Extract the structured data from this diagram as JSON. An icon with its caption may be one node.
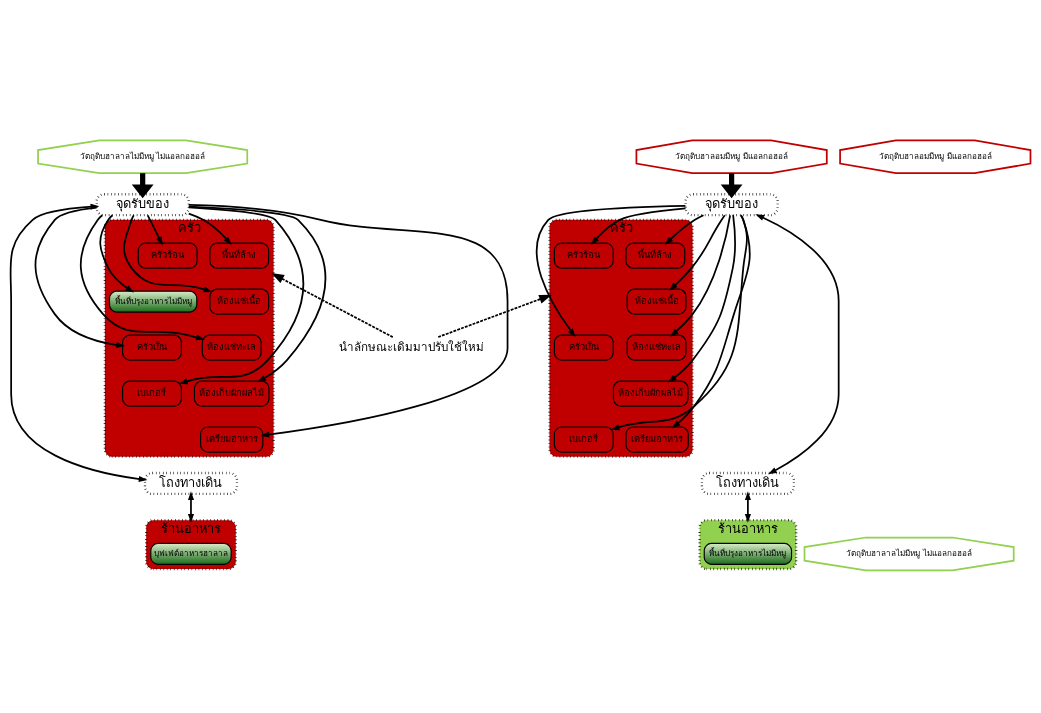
{
  "diagram": {
    "nodes": [
      {
        "text": [
          "วัตถุดิบฮาลาลไม่มีหมู ไม่แอลกอฮอล์"
        ]
      },
      {
        "text": [
          "วัตถุดิบฮาลอมมีหมู มีแอลกอฮอล์"
        ]
      },
      {
        "text": [
          "จุดรับของ"
        ]
      },
      {
        "text": [
          "ครัว"
        ]
      },
      {
        "text": [
          "พื้นที่ล้าง"
        ],
        "in": 3
      },
      {
        "text": [
          "ห้องแช่เนื้อ"
        ],
        "in": 3
      },
      {
        "text": [
          "ห้องแช่ทะเล"
        ],
        "in": 3
      },
      {
        "text": [
          "ห้องเก็บผักผลไม้"
        ],
        "in": 3
      },
      {
        "text": [
          "เตรียมอาหาร"
        ],
        "in": 3
      },
      {
        "text": [
          "ครัวร้อน"
        ],
        "in": 3
      },
      {
        "text": [
          "พื้นที่ปรุงอาหารไม่มีหมู"
        ],
        "in": 3
      },
      {
        "text": [
          "ครัวเย็น"
        ],
        "in": 3
      },
      {
        "text": [
          "เบเกอรี่"
        ],
        "in": 3
      },
      {
        "text": [
          "โถงทางเดิน"
        ]
      },
      {
        "text": [
          "ร้านอาหาร"
        ]
      },
      {
        "text": [
          "บุฟเฟ่ต์อาหารฮาลาล"
        ],
        "in": 14
      },
      {
        "text": [
          "นำลักษณะเดิมมาปรับใช้ใหม่"
        ]
      },
      {
        "text": [
          "วัตถุดิบฮาลอมมีหมู มีแอลกอฮอล์"
        ]
      },
      {
        "text": [
          "จุดรับของ"
        ]
      },
      {
        "text": [
          "ครัว"
        ]
      },
      {
        "text": [
          "พื้นที่ล้าง"
        ],
        "in": 19
      },
      {
        "text": [
          "ห้องแช่เนื้อ"
        ],
        "in": 19
      },
      {
        "text": [
          "ห้องแช่ทะเล"
        ],
        "in": 19
      },
      {
        "text": [
          "ห้องเก็บผักผลไม้"
        ],
        "in": 19
      },
      {
        "text": [
          "เตรียมอาหาร"
        ],
        "in": 19
      },
      {
        "text": [
          "ครัวร้อน"
        ],
        "in": 19
      },
      {
        "text": [
          "ครัวเย็น"
        ],
        "in": 19
      },
      {
        "text": [
          "เบเกอรี่"
        ],
        "in": 19
      },
      {
        "text": [
          "โถงทางเดิน"
        ]
      },
      {
        "text": [
          "ร้านอาหาร"
        ]
      },
      {
        "text": [
          "พื้นที่ปรุงอาหารไม่มีหมู"
        ],
        "in": 29
      },
      {
        "text": [
          "วัตถุดิบฮาลาลไม่มีหมู ไม่แอลกอฮอล์"
        ]
      }
    ],
    "edges": [
      {
        "from": 0,
        "to": 2,
        "arrow": "to",
        "style": "thick"
      },
      {
        "from": 2,
        "to": 4,
        "arrow": "to"
      },
      {
        "from": 2,
        "to": 5,
        "arrow": "to"
      },
      {
        "from": 2,
        "to": 6,
        "arrow": "to"
      },
      {
        "from": 2,
        "to": 7,
        "arrow": "to"
      },
      {
        "from": 2,
        "to": 8,
        "arrow": "to"
      },
      {
        "from": 2,
        "to": 9,
        "arrow": "to"
      },
      {
        "from": 2,
        "to": 10,
        "arrow": "to"
      },
      {
        "from": 2,
        "to": 11,
        "arrow": "to"
      },
      {
        "from": 2,
        "to": 12,
        "arrow": "to"
      },
      {
        "from": 2,
        "to": 13,
        "arrow": "both"
      },
      {
        "from": 13,
        "to": 14,
        "arrow": "both"
      },
      {
        "from": 16,
        "to": 3,
        "arrow": "to",
        "style": "dashed"
      },
      {
        "from": 16,
        "to": 19,
        "arrow": "to",
        "style": "dashed"
      },
      {
        "from": 17,
        "to": 18,
        "arrow": "to",
        "style": "thick"
      },
      {
        "from": 18,
        "to": 20,
        "arrow": "to"
      },
      {
        "from": 18,
        "to": 21,
        "arrow": "to"
      },
      {
        "from": 18,
        "to": 22,
        "arrow": "to"
      },
      {
        "from": 18,
        "to": 23,
        "arrow": "to"
      },
      {
        "from": 18,
        "to": 24,
        "arrow": "to"
      },
      {
        "from": 18,
        "to": 25,
        "arrow": "to"
      },
      {
        "from": 18,
        "to": 26,
        "arrow": "to"
      },
      {
        "from": 18,
        "to": 27,
        "arrow": "to"
      },
      {
        "from": 18,
        "to": 28,
        "arrow": "both"
      },
      {
        "from": 28,
        "to": 29,
        "arrow": "both"
      }
    ]
  }
}
